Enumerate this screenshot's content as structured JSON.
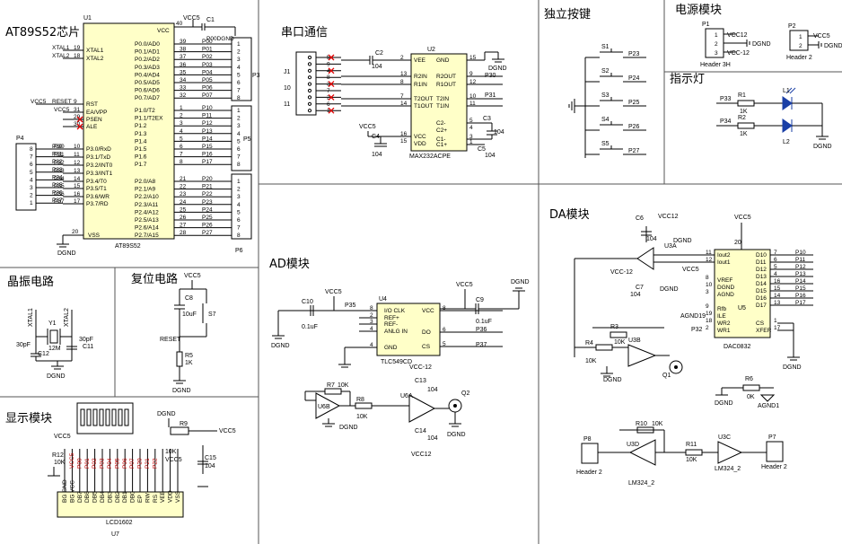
{
  "sections": {
    "mcu": "AT89S52芯片",
    "crystal": "晶振电路",
    "reset": "复位电路",
    "display": "显示模块",
    "serial": "串口通信",
    "keys": "独立按键",
    "power": "电源模块",
    "led": "指示灯",
    "ad": "AD模块",
    "da": "DA模块"
  },
  "mcu": {
    "ref": "U1",
    "part": "AT89S52",
    "vcc_net": "VCC5",
    "vcc_pin": "40",
    "vss_pin": "20",
    "vss": "VSS",
    "vcc": "VCC",
    "ground": "DGND",
    "c1": "C1",
    "p00dgnd": "P00DGND",
    "left_pins": [
      {
        "net": "XTAL1",
        "num": "19",
        "name": "XTAL1"
      },
      {
        "net": "XTAL2",
        "num": "18",
        "name": "XTAL2"
      },
      {
        "net": "RESET",
        "num": "9",
        "name": "RST"
      },
      {
        "net": "VCC5",
        "num": "31",
        "name": "EA/VPP"
      },
      {
        "net": "",
        "num": "29",
        "name": "PSEN"
      },
      {
        "net": "",
        "num": "30",
        "name": "ALE"
      },
      {
        "net": "P30",
        "num": "10",
        "name": "P3.0/RxD"
      },
      {
        "net": "P31",
        "num": "11",
        "name": "P3.1/TxD"
      },
      {
        "net": "P32",
        "num": "12",
        "name": "P3.2/INT0"
      },
      {
        "net": "P33",
        "num": "13",
        "name": "P3.3/INT1"
      },
      {
        "net": "P34",
        "num": "14",
        "name": "P3.4/T0"
      },
      {
        "net": "P35",
        "num": "15",
        "name": "P3.5/T1"
      },
      {
        "net": "P36",
        "num": "16",
        "name": "P3.6/WR"
      },
      {
        "net": "P37",
        "num": "17",
        "name": "P3.7/RD"
      }
    ],
    "port0": [
      {
        "num": "39",
        "name": "P0.0/AD0",
        "net": "P00"
      },
      {
        "num": "38",
        "name": "P0.1/AD1",
        "net": "P01"
      },
      {
        "num": "37",
        "name": "P0.2/AD2",
        "net": "P02"
      },
      {
        "num": "36",
        "name": "P0.3/AD3",
        "net": "P03"
      },
      {
        "num": "35",
        "name": "P0.4/AD4",
        "net": "P04"
      },
      {
        "num": "34",
        "name": "P0.5/AD5",
        "net": "P05"
      },
      {
        "num": "33",
        "name": "P0.6/AD6",
        "net": "P06"
      },
      {
        "num": "32",
        "name": "P0.7/AD7",
        "net": "P07"
      }
    ],
    "port1": [
      {
        "num": "1",
        "name": "P1.0/T2",
        "net": "P10"
      },
      {
        "num": "2",
        "name": "P1.1/T2EX",
        "net": "P11"
      },
      {
        "num": "3",
        "name": "P1.2",
        "net": "P12"
      },
      {
        "num": "4",
        "name": "P1.3",
        "net": "P13"
      },
      {
        "num": "5",
        "name": "P1.4",
        "net": "P14"
      },
      {
        "num": "6",
        "name": "P1.5",
        "net": "P15"
      },
      {
        "num": "7",
        "name": "P1.6",
        "net": "P16"
      },
      {
        "num": "8",
        "name": "P1.7",
        "net": "P17"
      }
    ],
    "port2": [
      {
        "num": "21",
        "name": "P2.0/A8",
        "net": "P20"
      },
      {
        "num": "22",
        "name": "P2.1/A9",
        "net": "P21"
      },
      {
        "num": "23",
        "name": "P2.2/A10",
        "net": "P22"
      },
      {
        "num": "24",
        "name": "P2.3/A11",
        "net": "P23"
      },
      {
        "num": "25",
        "name": "P2.4/A12",
        "net": "P24"
      },
      {
        "num": "26",
        "name": "P2.5/A13",
        "net": "P25"
      },
      {
        "num": "27",
        "name": "P2.6/A14",
        "net": "P26"
      },
      {
        "num": "28",
        "name": "P2.7/A15",
        "net": "P27"
      }
    ],
    "headers": [
      "P3",
      "P5",
      "P6",
      "P4"
    ]
  },
  "crystal": {
    "y1": "Y1",
    "freq": "12M",
    "c12": "C12",
    "c11": "C11",
    "cap": "30pF",
    "cap2": "30pF",
    "x1": "XTAL1",
    "x2": "XTAL2",
    "gnd": "DGND"
  },
  "reset": {
    "vcc": "VCC5",
    "c8": "C8",
    "cap": "10uF",
    "s7": "S7",
    "net": "RESET",
    "r5": "R5",
    "r5v": "1K",
    "gnd": "DGND"
  },
  "display": {
    "u7": "U7",
    "part": "LCD1602",
    "r9": "R9",
    "r12": "R12",
    "r12v": "10K",
    "vcc": "VCC5",
    "gnd": "DGND",
    "c15": "C15",
    "c15v": "104",
    "pins": [
      "BG GND",
      "BG VCC",
      "DB7",
      "DB6",
      "DB5",
      "DB4",
      "DB3",
      "DB2",
      "DB1",
      "DB0",
      "EP",
      "RW",
      "RS",
      "VEE",
      "VDD",
      "VSS"
    ],
    "nets": [
      "VCC5",
      "P00",
      "P01",
      "P02",
      "P03",
      "P04",
      "P05",
      "P06",
      "P07",
      "P20",
      "P21",
      "P22"
    ]
  },
  "serial": {
    "u2": "U2",
    "part": "MAX232ACPE",
    "j1": "J1",
    "c2": "C2",
    "c2v": "104",
    "c3": "C3",
    "c3v": "104",
    "c4": "C4",
    "c4v": "104",
    "c5": "C5",
    "c5v": "104",
    "vcc": "VCC5",
    "gnd": "DGND",
    "left": [
      {
        "num": "2",
        "name": "VEE"
      },
      {
        "num": "13",
        "name": "R2IN"
      },
      {
        "num": "8",
        "name": "R1IN"
      },
      {
        "num": "7",
        "name": "T2OUT"
      },
      {
        "num": "14",
        "name": "T1OUT"
      },
      {
        "num": "16",
        "name": "VCC"
      },
      {
        "num": "15",
        "name": "VDD"
      }
    ],
    "right": [
      {
        "num": "15",
        "name": "GND"
      },
      {
        "num": "9",
        "name": "R2OUT"
      },
      {
        "num": "12",
        "name": "R1OUT"
      },
      {
        "num": "10",
        "name": "T2IN"
      },
      {
        "num": "11",
        "name": "T1IN"
      },
      {
        "num": "5",
        "name": "C2-"
      },
      {
        "num": "4",
        "name": "C2+"
      },
      {
        "num": "3",
        "name": "C1-"
      },
      {
        "num": "1",
        "name": "C1+"
      }
    ],
    "nets": [
      "P30",
      "P31"
    ],
    "db9": [
      "5",
      "9",
      "4",
      "8",
      "3",
      "7",
      "2",
      "6",
      "1"
    ],
    "ear": [
      "10",
      "11"
    ]
  },
  "keys": {
    "switches": [
      {
        "ref": "S1",
        "net": "P23"
      },
      {
        "ref": "S2",
        "net": "P24"
      },
      {
        "ref": "S3",
        "net": "P25"
      },
      {
        "ref": "S4",
        "net": "P26"
      },
      {
        "ref": "S5",
        "net": "P27"
      }
    ]
  },
  "power": {
    "p1": "P1",
    "p1_label": "Header 3H",
    "p2": "P2",
    "p2_label": "Header 2",
    "vcc12": "VCC12",
    "vcc5": "VCC5",
    "dgnd": "DGND"
  },
  "led": {
    "r1": "R1",
    "r2": "R2",
    "rv": "1K",
    "l1": "L1",
    "l2": "L2",
    "n1": "P33",
    "n2": "P34",
    "gnd": "DGND"
  },
  "ad": {
    "u4": "U4",
    "part": "TLC549CD",
    "c10": "C10",
    "c10v": "0.1uF",
    "c9": "C9",
    "c9v": "0.1uF",
    "c13": "C13",
    "c13v": "104",
    "c14": "C14",
    "c14v": "104",
    "r7": "R7",
    "r7v": "10K",
    "r8": "R8",
    "r8v": "10K",
    "u6a": "U6A",
    "u6b": "U6B",
    "q2": "Q2",
    "vcc": "VCC5",
    "vcc12": "VCC12",
    "vccm12": "VCC-12",
    "gnd": "DGND",
    "left": [
      {
        "num": "8",
        "name": "I/O CLK"
      },
      {
        "num": "2",
        "name": "REF+"
      },
      {
        "num": "3",
        "name": "REF-"
      },
      {
        "num": "4",
        "name": "ANLG IN"
      },
      {
        "num": "4",
        "name": "GND"
      }
    ],
    "right": [
      {
        "num": "8",
        "name": "VCC"
      },
      {
        "num": "6",
        "name": "DO"
      },
      {
        "num": "5",
        "name": "CS"
      }
    ],
    "nets": [
      "P35",
      "P36",
      "P37"
    ]
  },
  "da": {
    "u5": "U5",
    "part": "DAC0832",
    "c6": "C6",
    "c6v": "104",
    "c7": "C7",
    "c7v": "104",
    "u3a": "U3A",
    "u3b": "U3B",
    "u3c": "U3C",
    "u3d": "U3D",
    "r3": "R3",
    "r3v": "10K",
    "r4": "R4",
    "r4v": "10K",
    "r6": "R6",
    "r6v": "0K",
    "r10": "R10",
    "r10v": "10K",
    "r11": "R11",
    "r11v": "10K",
    "q1": "Q1",
    "p7": "P7",
    "p8": "P8",
    "hdr": "Header 2",
    "lm": "LM324_2",
    "lm2": "LM324_2",
    "agnd": "AGND1",
    "agnd2": "AGND19",
    "vcc": "VCC5",
    "vcc12": "VCC12",
    "vccm12": "VCC-12",
    "gnd": "DGND",
    "left": [
      {
        "num": "11",
        "name": "Iout2"
      },
      {
        "num": "12",
        "name": "Iout1"
      },
      {
        "num": "8",
        "name": "VREF"
      },
      {
        "num": "10",
        "name": "DGND"
      },
      {
        "num": "3",
        "name": "AGND"
      },
      {
        "num": "9",
        "name": "Rfb"
      },
      {
        "num": "19",
        "name": "ILE"
      },
      {
        "num": "18",
        "name": "WR2"
      },
      {
        "num": "2",
        "name": "WR1"
      }
    ],
    "right": [
      {
        "num": "7",
        "name": "D10"
      },
      {
        "num": "6",
        "name": "D11"
      },
      {
        "num": "5",
        "name": "D12"
      },
      {
        "num": "4",
        "name": "D13"
      },
      {
        "num": "16",
        "name": "D14"
      },
      {
        "num": "15",
        "name": "D15"
      },
      {
        "num": "14",
        "name": "D16"
      },
      {
        "num": "13",
        "name": "D17"
      },
      {
        "num": "1",
        "name": "CS"
      },
      {
        "num": "17",
        "name": "XFER"
      }
    ],
    "nets": [
      "P10",
      "P11",
      "P12",
      "P13",
      "P14",
      "P15",
      "P16",
      "P17",
      "P32"
    ]
  }
}
